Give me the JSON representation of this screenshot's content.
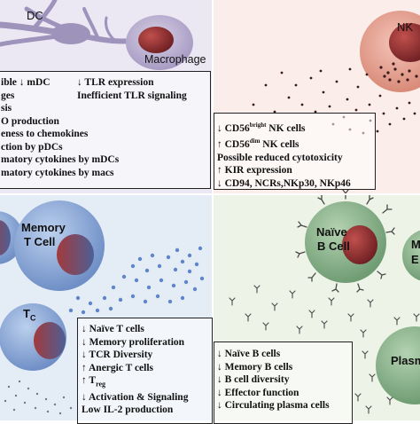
{
  "innate": {
    "dc_label": "DC",
    "macrophage_label": "Macrophage",
    "nk_label": "NK",
    "dc_list_col1": [
      "ible ↓ mDC",
      "ges",
      "sis",
      "O production",
      "eness to chemokines",
      "ction by pDCs",
      "matory cytokines by mDCs",
      "matory cytokines by macs"
    ],
    "dc_list_col2": [
      "↓ TLR expression",
      "Inefficient TLR signaling"
    ],
    "nk_list": [
      "↓ CD56bright NK cells",
      "↑ CD56dim NK cells",
      "Possible reduced cytotoxicity",
      "↑ KIR expression",
      "↓ CD94, NCRs,NKp30, NKp46"
    ]
  },
  "adaptive": {
    "memory_t_label_1": "Memory",
    "memory_t_label_2": "T Cell",
    "tc_label": "T",
    "tc_sub": "C",
    "naive_b_label_1": "Naïve",
    "naive_b_label_2": "B Cell",
    "memory_b_partial_1": "M",
    "memory_b_partial_2": "E",
    "plasma_label": "Plasm",
    "t_list": [
      "↓ Naïve T cells",
      "↓ Memory proliferation",
      "↓ TCR Diversity",
      "↑ Anergic T cells",
      "↑ Treg",
      "↓ Activation & Signaling",
      "Low IL-2 production"
    ],
    "b_list": [
      "↓ Naïve B cells",
      "↓ Memory B cells",
      "↓ B cell diversity",
      "↓ Effector function",
      "↓ Circulating plasma cells"
    ]
  },
  "colors": {
    "macrophage_cytoplasm": "#b9b0cf",
    "macrophage_nucleus": "#8a2f30",
    "nk_cytoplasm": "#e7a496",
    "nk_nucleus": "#a6332c",
    "t_cell": "#8ea9d6",
    "t_nucleus": "#7a3848",
    "b_cell": "#8cb58e",
    "b_nucleus": "#8a3a33"
  }
}
